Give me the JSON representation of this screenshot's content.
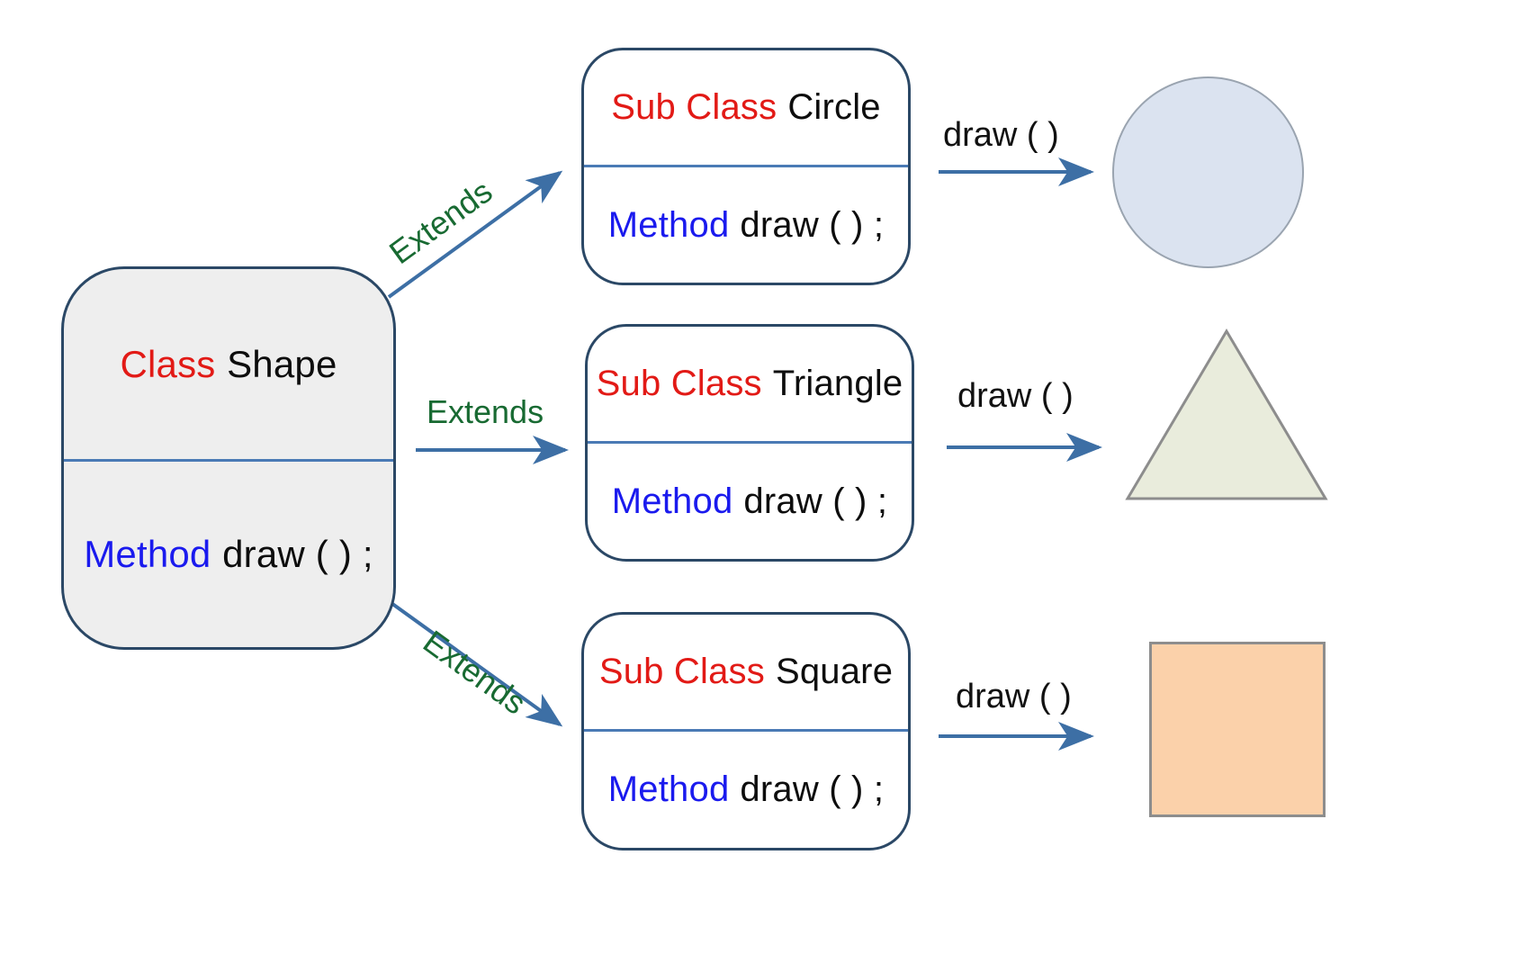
{
  "diagram": {
    "title": "Inheritance / method overriding diagram",
    "colors": {
      "class_keyword": "#e21a16",
      "method_keyword": "#1a1aee",
      "extends_label": "#186a32",
      "box_border": "#2b4866",
      "divider": "#4a7ab5",
      "arrow": "#3d6fa5",
      "parent_fill": "#eeeeee",
      "child_fill": "#ffffff",
      "circle_fill": "#dbe3f0",
      "triangle_fill": "#e9ecdc",
      "square_fill": "#fbd1aa",
      "background": "#ffffff"
    }
  },
  "parent_class": {
    "keyword": "Class",
    "name": "Shape",
    "method_keyword": "Method",
    "method_signature": "draw ( ) ;"
  },
  "sub_classes": [
    {
      "keyword": "Sub Class",
      "name": "Circle",
      "method_keyword": "Method",
      "method_signature": "draw ( ) ;",
      "extends_label": "Extends",
      "call_label": "draw ( )",
      "result_shape": "circle"
    },
    {
      "keyword": "Sub Class",
      "name": "Triangle",
      "method_keyword": "Method",
      "method_signature": "draw ( ) ;",
      "extends_label": "Extends",
      "call_label": "draw ( )",
      "result_shape": "triangle"
    },
    {
      "keyword": "Sub Class",
      "name": "Square",
      "method_keyword": "Method",
      "method_signature": "draw ( ) ;",
      "extends_label": "Extends",
      "call_label": "draw ( )",
      "result_shape": "square"
    }
  ]
}
